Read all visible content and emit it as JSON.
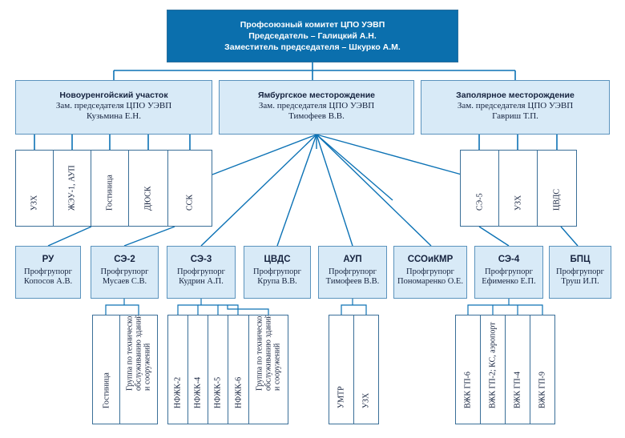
{
  "top": {
    "line1": "Профсоюзный комитет ЦПО УЭВП",
    "line2": "Председатель – Галицкий А.Н.",
    "line3": "Заместитель председателя – Шкурко А.М."
  },
  "level1": [
    {
      "title": "Новоуренгойский участок",
      "line1": "Зам. председателя ЦПО УЭВП",
      "line2": "Кузьмина Е.Н."
    },
    {
      "title": "Ямбургское месторождение",
      "line1": "Зам. председателя ЦПО УЭВП",
      "line2": "Тимофеев В.В."
    },
    {
      "title": "Заполярное месторождение",
      "line1": "Зам. председателя ЦПО УЭВП",
      "line2": "Гавриш Т.П."
    }
  ],
  "units_left": [
    "УЗХ",
    "ЖЭУ-1, АУП",
    "Гостиница",
    "ДЮСК",
    "ССК"
  ],
  "units_right": [
    "СЭ-5",
    "УЗХ",
    "ЦВДС"
  ],
  "groups": [
    {
      "title": "РУ",
      "role": "Профгрупорг",
      "name": "Копосов А.В."
    },
    {
      "title": "СЭ-2",
      "role": "Профгрупорг",
      "name": "Мусаев С.В."
    },
    {
      "title": "СЭ-3",
      "role": "Профгрупорг",
      "name": "Кудрин А.П."
    },
    {
      "title": "ЦВДС",
      "role": "Профгрупорг",
      "name": "Крупа В.В."
    },
    {
      "title": "АУП",
      "role": "Профгрупорг",
      "name": "Тимофеев В.В."
    },
    {
      "title": "ССОиКМР",
      "role": "Профгрупорг",
      "name": "Пономаренко О.Е."
    },
    {
      "title": "СЭ-4",
      "role": "Профгрупорг",
      "name": "Ефименко Е.П."
    },
    {
      "title": "БПЦ",
      "role": "Профгрупорг",
      "name": "Труш И.П."
    }
  ],
  "se2_units": [
    {
      "lines": [
        "Гостиница"
      ]
    },
    {
      "lines": [
        "Группа по техническому",
        "обслуживанию зданий",
        "и сооружений"
      ]
    }
  ],
  "se3_units": [
    {
      "lines": [
        "НФЖК-2"
      ]
    },
    {
      "lines": [
        "НФЖК-4"
      ]
    },
    {
      "lines": [
        "НФЖК-5"
      ]
    },
    {
      "lines": [
        "НФЖК-6"
      ]
    },
    {
      "lines": [
        "Группа по техническому",
        "обслуживанию зданий",
        "и сооружений"
      ]
    }
  ],
  "aup_units": [
    {
      "lines": [
        "УМТР"
      ]
    },
    {
      "lines": [
        "УЗХ"
      ]
    }
  ],
  "se4_units": [
    {
      "lines": [
        "ВЖК ГП-6"
      ]
    },
    {
      "lines": [
        "ВЖК ГП-2; КС, аэропорт"
      ]
    },
    {
      "lines": [
        "ВЖК ГП-4"
      ]
    },
    {
      "lines": [
        "ВЖК ГП-9"
      ]
    }
  ],
  "colors": {
    "line": "#0c72b5",
    "box": "#d8eaf7",
    "top": "#0b6fad",
    "border": "#3a6f98"
  }
}
